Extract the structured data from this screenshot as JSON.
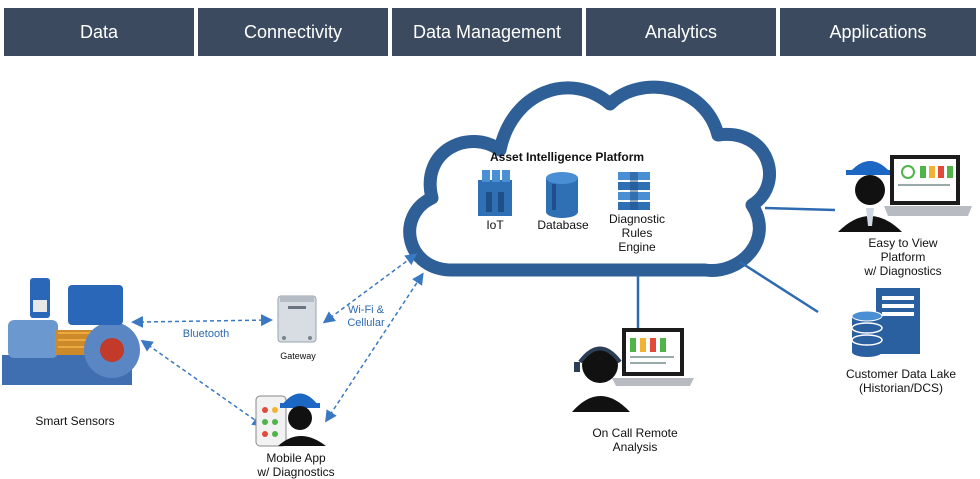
{
  "header": {
    "tabs": [
      "Data",
      "Connectivity",
      "Data Management",
      "Analytics",
      "Applications"
    ]
  },
  "cloud": {
    "title": "Asset Intelligence Platform",
    "services": {
      "iot": "IoT",
      "database": "Database",
      "rules_engine": "Diagnostic\nRules\nEngine"
    }
  },
  "nodes": {
    "smart_sensors": "Smart Sensors",
    "gateway": "Gateway",
    "mobile_app": "Mobile App\nw/ Diagnostics",
    "on_call": "On Call Remote\nAnalysis",
    "easy_view": "Easy to View\nPlatform\nw/ Diagnostics",
    "data_lake": "Customer Data Lake\n(Historian/DCS)"
  },
  "links": {
    "bluetooth": "Bluetooth",
    "wifi_cellular": "Wi-Fi &\nCellular"
  },
  "colors": {
    "header_bg": "#3b4a5e",
    "cloud_stroke": "#2e5f96",
    "link_blue": "#3a78c2",
    "aws_orange_blue": "#2f6fb3",
    "hardhat_blue": "#1c66c4"
  },
  "icons": [
    "pump-sensor-icon",
    "gateway-device-icon",
    "mobile-worker-icon",
    "cloud-icon",
    "iot-cubes-icon",
    "database-cylinder-icon",
    "rules-engine-icon",
    "headset-operator-icon",
    "laptop-icon",
    "engineer-hardhat-icon",
    "server-tower-icon",
    "database-stack-icon"
  ]
}
